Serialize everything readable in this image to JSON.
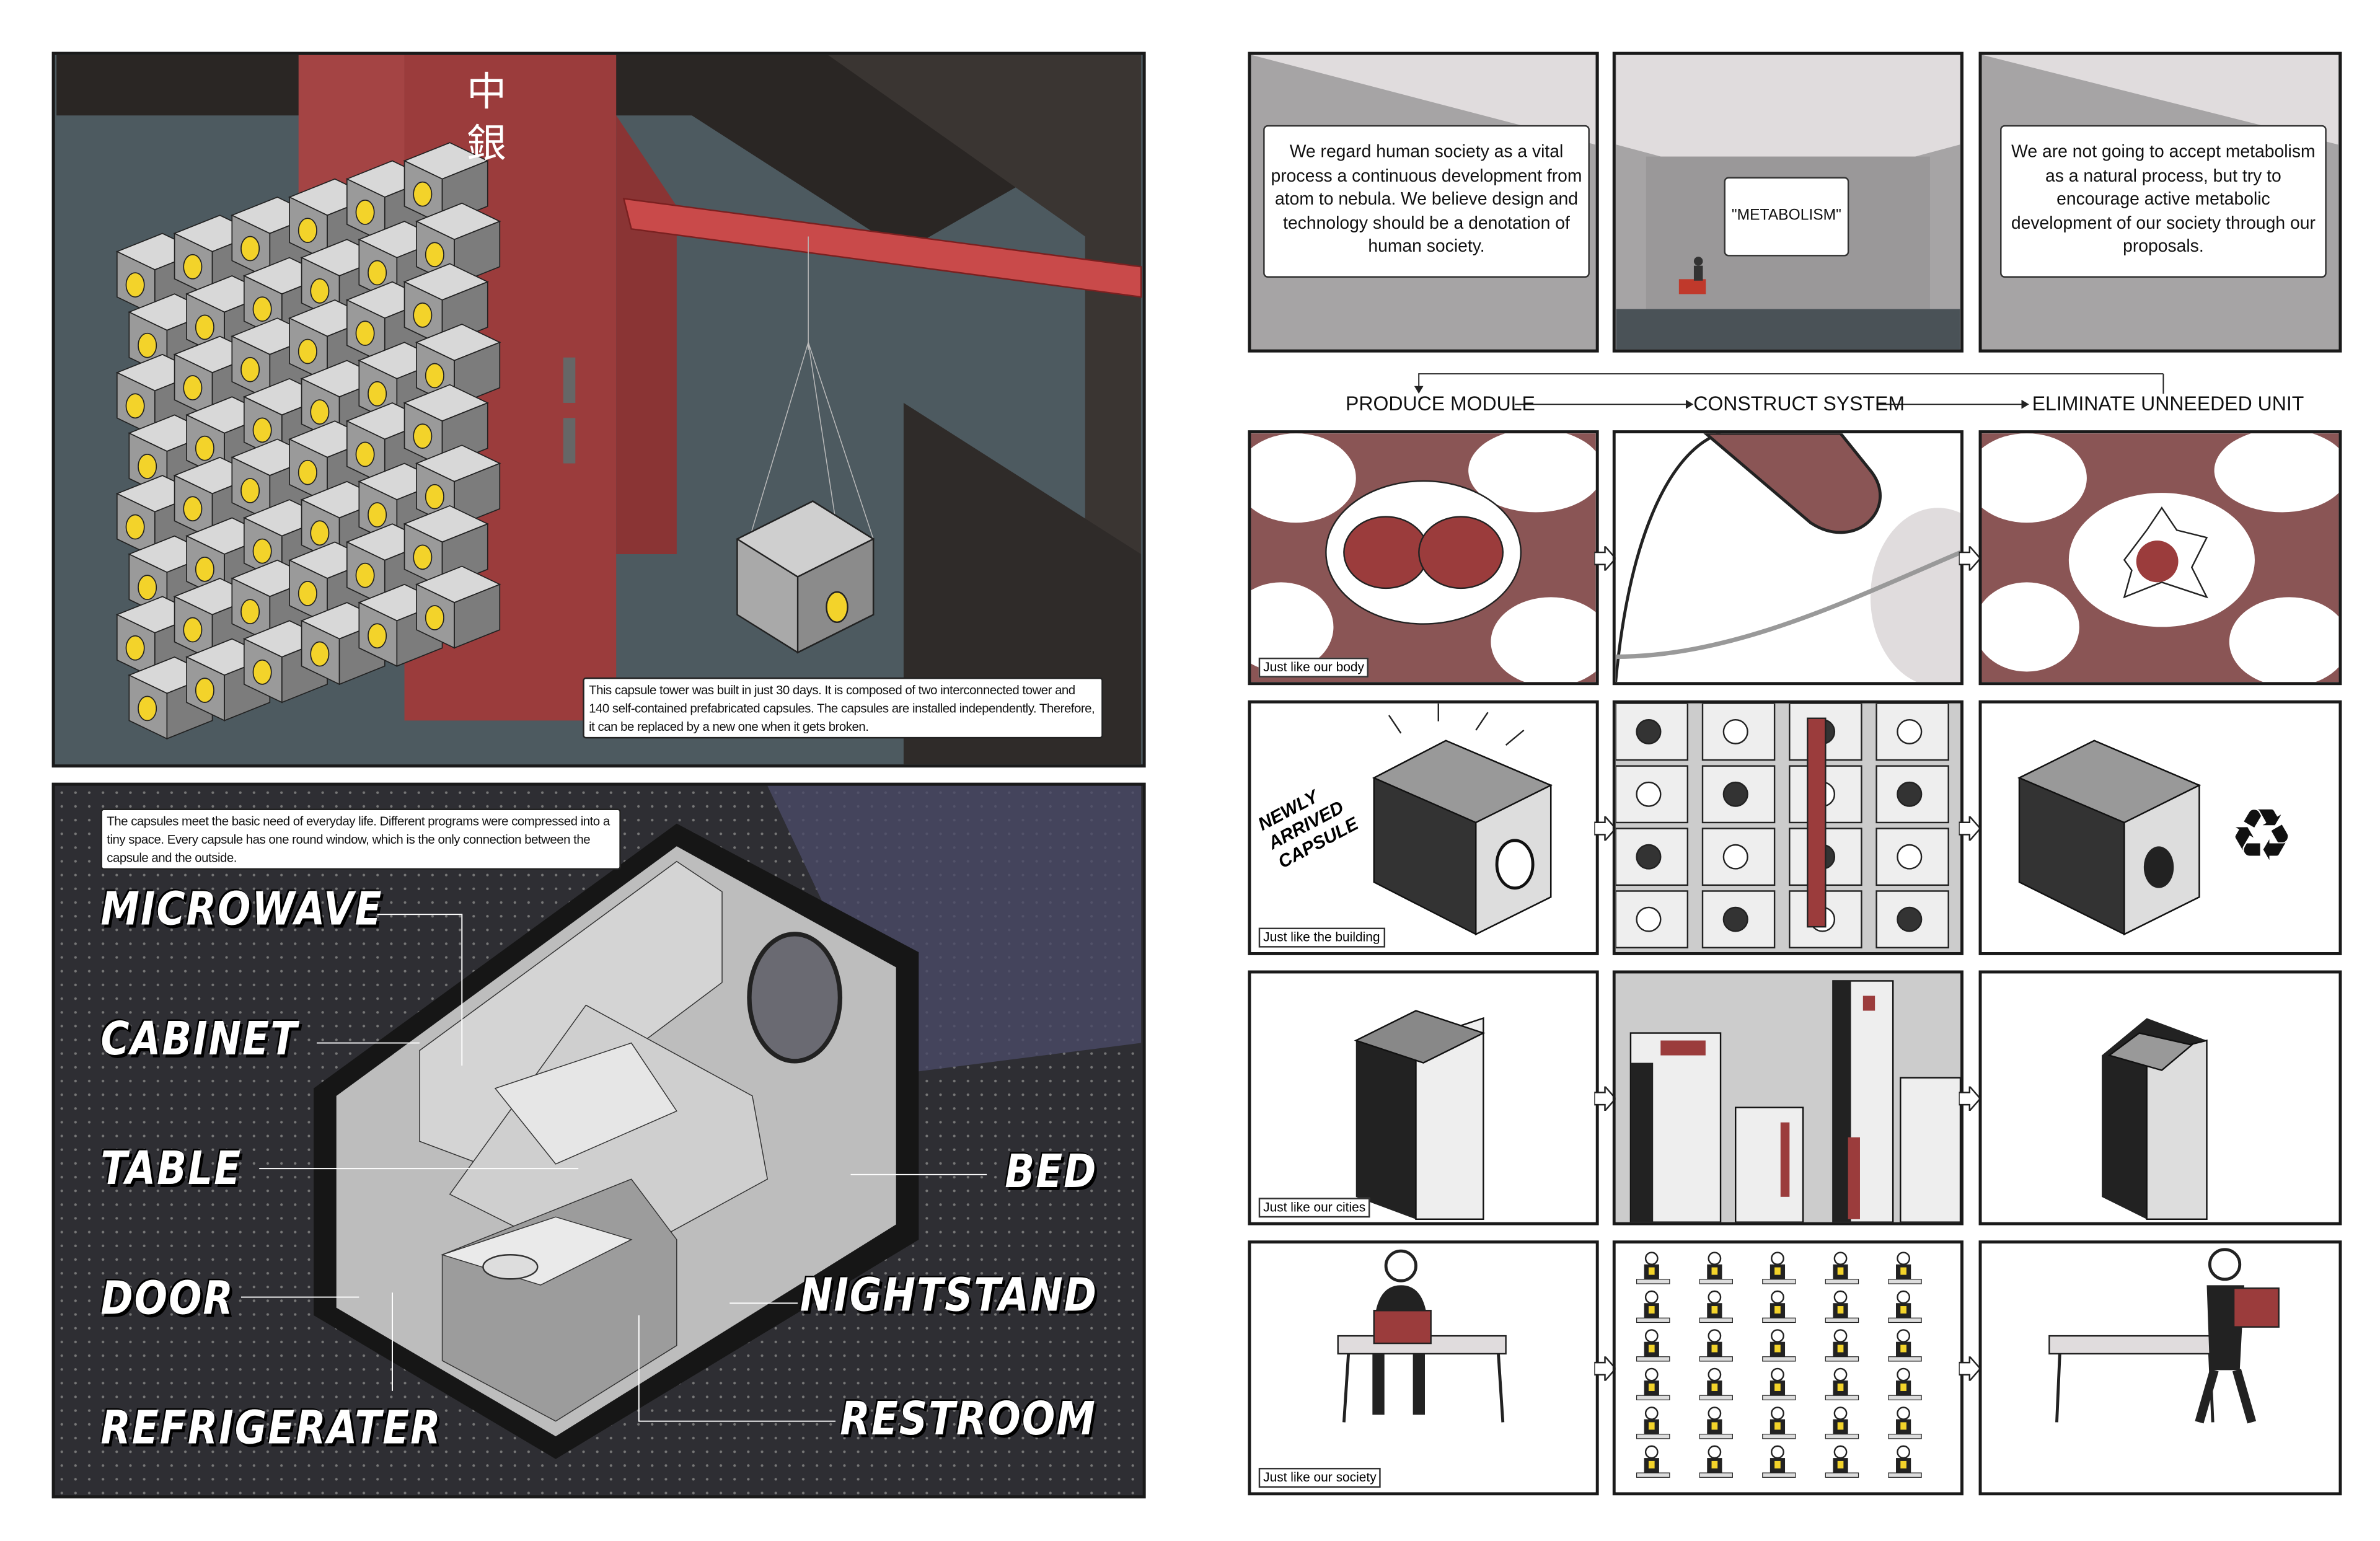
{
  "tower_panel": {
    "sign_chars": "中銀",
    "note": "This capsule tower was built in just 30 days. It is composed of two interconnected tower and 140 self-contained prefabricated capsules. The capsules are installed independently. Therefore, it can be replaced by a new one when it gets broken."
  },
  "interior_panel": {
    "note": "The capsules meet the basic need of everyday life. Different programs were compressed into a tiny space. Every capsule has one round window, which is the only connection between the capsule and the outside.",
    "labels": [
      "MICROWAVE",
      "CABINET",
      "TABLE",
      "DOOR",
      "REFRIGERATER",
      "BED",
      "NIGHTSTAND",
      "RESTROOM"
    ]
  },
  "manifesto": {
    "left": "We regard human society as a vital process  a continuous development from atom to nebula. We believe design and technology should be a denotation of human society.",
    "center": "\"METABOLISM\"",
    "right": "We are not going to accept metabolism as a natural process, but try to encourage active metabolic development of our society through our proposals."
  },
  "flow": {
    "steps": [
      "PRODUCE MODULE",
      "CONSTRUCT SYSTEM",
      "ELIMINATE UNNEEDED UNIT"
    ]
  },
  "rows": [
    {
      "caption": "Just like our body"
    },
    {
      "caption": "Just like the building",
      "stamp": "NEWLY ARRIVED CAPSULE"
    },
    {
      "caption": "Just like our cities"
    },
    {
      "caption": "Just like our society"
    }
  ],
  "colors": {
    "brick": "#9b3c3c",
    "slate": "#4d5a60",
    "window": "#f3d32a",
    "night": "#2e2e33",
    "tissue": "#8a5555"
  }
}
